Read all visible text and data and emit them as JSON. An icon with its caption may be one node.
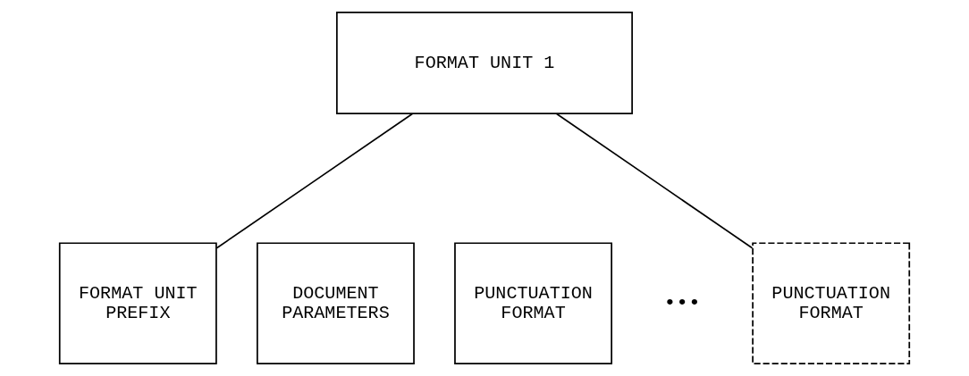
{
  "diagram": {
    "nodes": [
      {
        "text": [
          "FORMAT UNIT 1"
        ]
      },
      {
        "text": [
          "FORMAT UNIT PREFIX"
        ]
      },
      {
        "text": [
          "DOCUMENT PARAMETERS"
        ]
      },
      {
        "text": [
          "PUNCTUATION FORMAT"
        ]
      },
      {
        "text": [
          "PUNCTUATION FORMAT"
        ]
      }
    ],
    "edges": [
      {
        "from": 0,
        "to": 1,
        "arrow": "none"
      },
      {
        "from": 0,
        "to": 4,
        "arrow": "none"
      }
    ],
    "labels": [
      "•••"
    ]
  }
}
